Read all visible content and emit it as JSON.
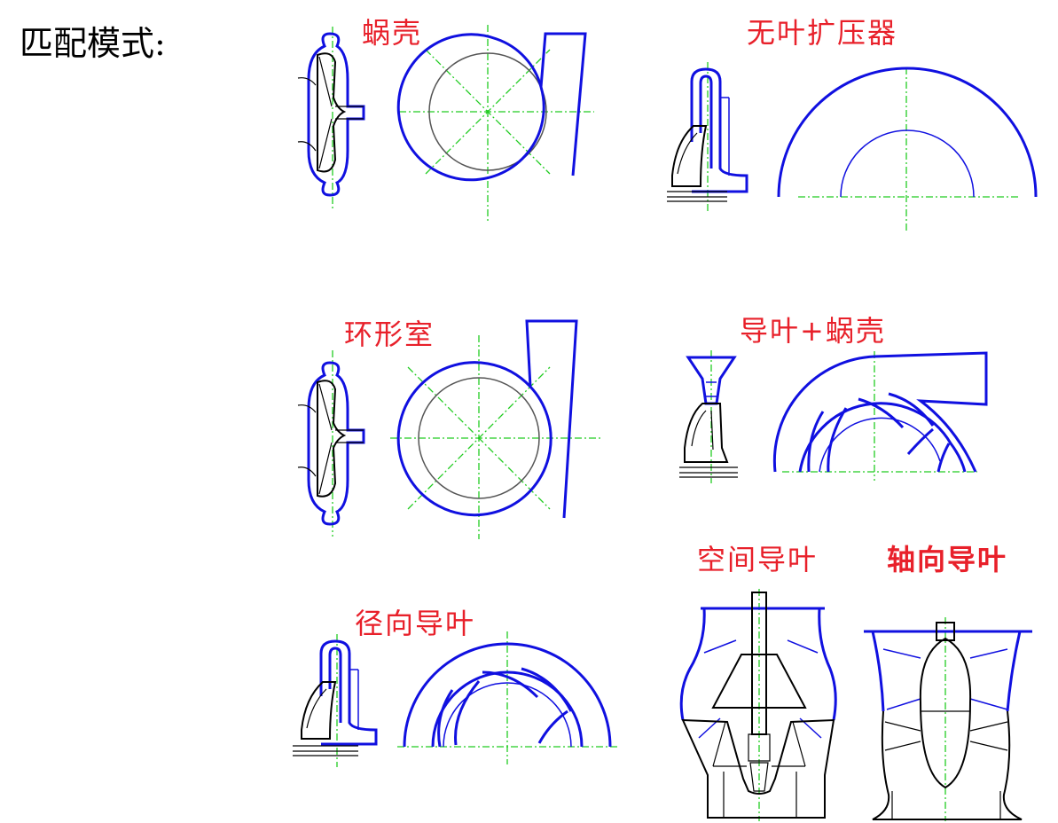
{
  "heading": "匹配模式:",
  "labels": {
    "volute": "蜗壳",
    "vaneless_diffuser": "无叶扩压器",
    "annular_chamber": "环形室",
    "vane_plus_volute": "导叶+蜗壳",
    "radial_guide_vane": "径向导叶",
    "spatial_guide_vane": "空间导叶",
    "axial_guide_vane": "轴向导叶"
  },
  "colors": {
    "label": "#e8202a",
    "outline": "#1010e0",
    "centerline": "#22cc22",
    "impeller": "#000000"
  }
}
